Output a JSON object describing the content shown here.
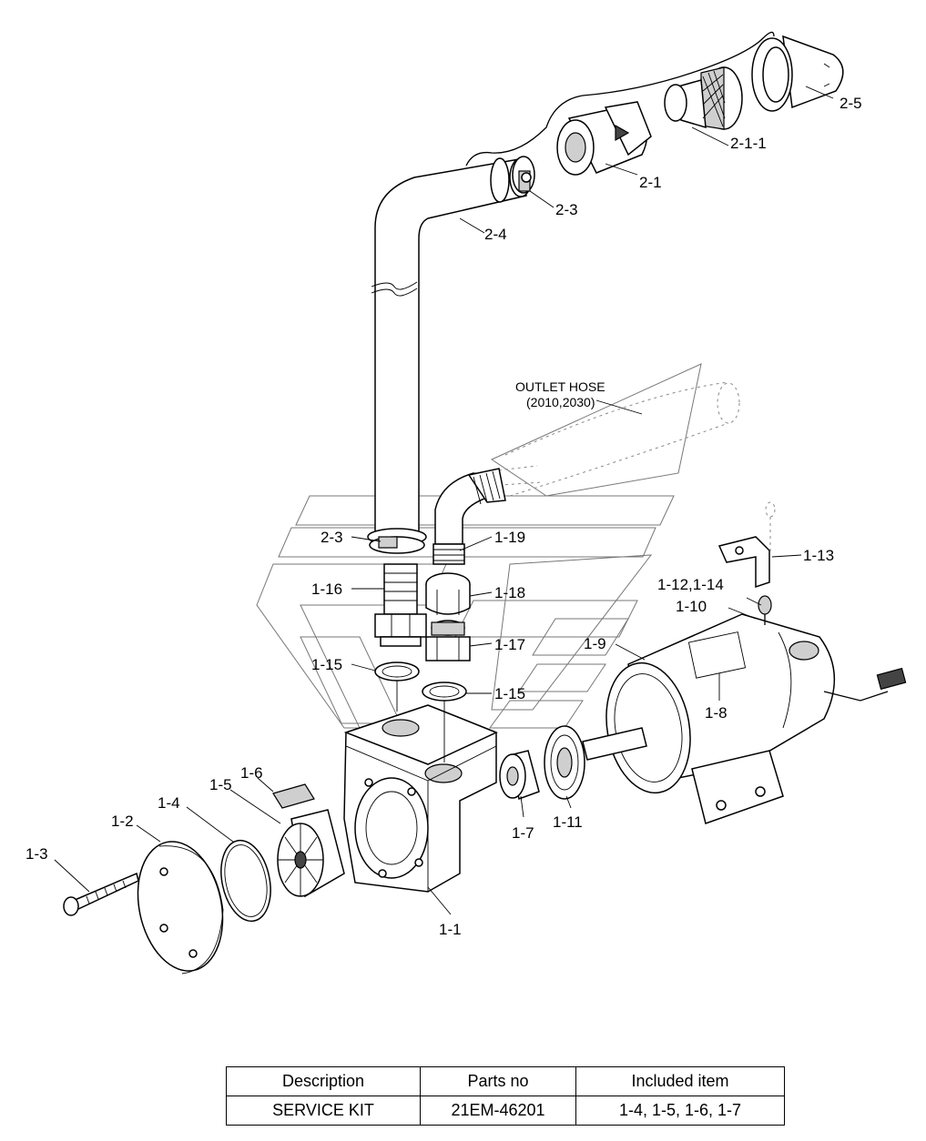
{
  "labels": {
    "l_2_5": "2-5",
    "l_2_1_1": "2-1-1",
    "l_2_1": "2-1",
    "l_2_3_top": "2-3",
    "l_2_4": "2-4",
    "outlet_line1": "OUTLET HOSE",
    "outlet_line2": "(2010,2030)",
    "l_2_3_bottom": "2-3",
    "l_1_19": "1-19",
    "l_1_16": "1-16",
    "l_1_18": "1-18",
    "l_1_13": "1-13",
    "l_1_12_14": "1-12,1-14",
    "l_1_10": "1-10",
    "l_1_17": "1-17",
    "l_1_9": "1-9",
    "l_1_15_left": "1-15",
    "l_1_15_right": "1-15",
    "l_1_8": "1-8",
    "l_1_6": "1-6",
    "l_1_5": "1-5",
    "l_1_4": "1-4",
    "l_1_2": "1-2",
    "l_1_3": "1-3",
    "l_1_7": "1-7",
    "l_1_11": "1-11",
    "l_1_1": "1-1"
  },
  "table": {
    "headers": [
      "Description",
      "Parts no",
      "Included item"
    ],
    "rows": [
      [
        "SERVICE KIT",
        "21EM-46201",
        "1-4, 1-5, 1-6, 1-7"
      ]
    ]
  }
}
